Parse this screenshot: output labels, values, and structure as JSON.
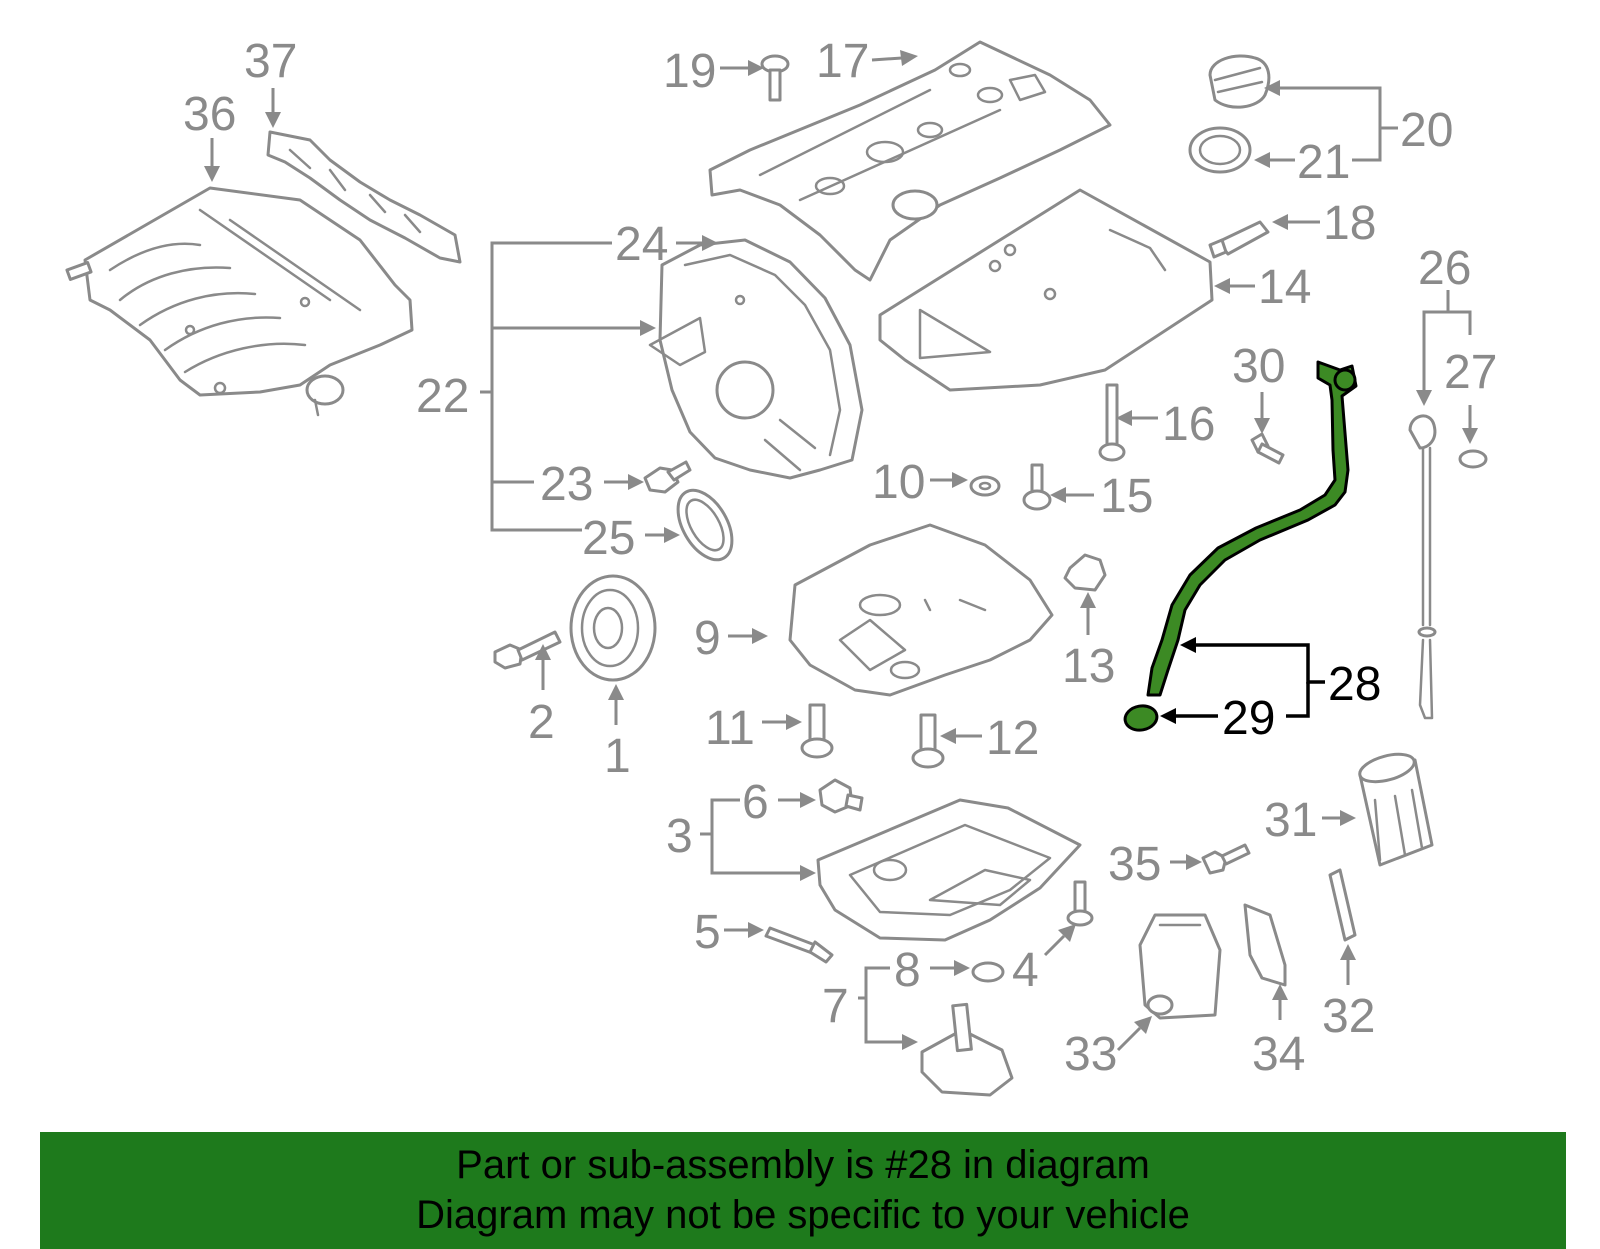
{
  "labels": {
    "l1": "1",
    "l2": "2",
    "l3": "3",
    "l4": "4",
    "l5": "5",
    "l6": "6",
    "l7": "7",
    "l8": "8",
    "l9": "9",
    "l10": "10",
    "l11": "11",
    "l12": "12",
    "l13": "13",
    "l14": "14",
    "l15": "15",
    "l16": "16",
    "l17": "17",
    "l18": "18",
    "l19": "19",
    "l20": "20",
    "l21": "21",
    "l22": "22",
    "l23": "23",
    "l24": "24",
    "l25": "25",
    "l26": "26",
    "l27": "27",
    "l28": "28",
    "l29": "29",
    "l30": "30",
    "l31": "31",
    "l32": "32",
    "l33": "33",
    "l34": "34",
    "l35": "35",
    "l36": "36",
    "l37": "37"
  },
  "footer": {
    "line1": "Part or sub-assembly is #28 in diagram",
    "line2": "Diagram may not be specific to your vehicle"
  },
  "colors": {
    "highlight_part": "#3c8a24",
    "footer_background": "#1e7a1c",
    "line_art": "#8a8a8a"
  }
}
